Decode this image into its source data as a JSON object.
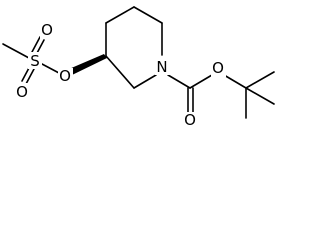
{
  "molecule": {
    "atoms": {
      "sulfur": "S",
      "sulfonyl_oxygen_top": "O",
      "sulfonyl_oxygen_bottom": "O",
      "ester_oxygen": "O",
      "ring_nitrogen": "N",
      "carbonyl_oxygen": "O",
      "carbamate_oxygen": "O"
    }
  }
}
